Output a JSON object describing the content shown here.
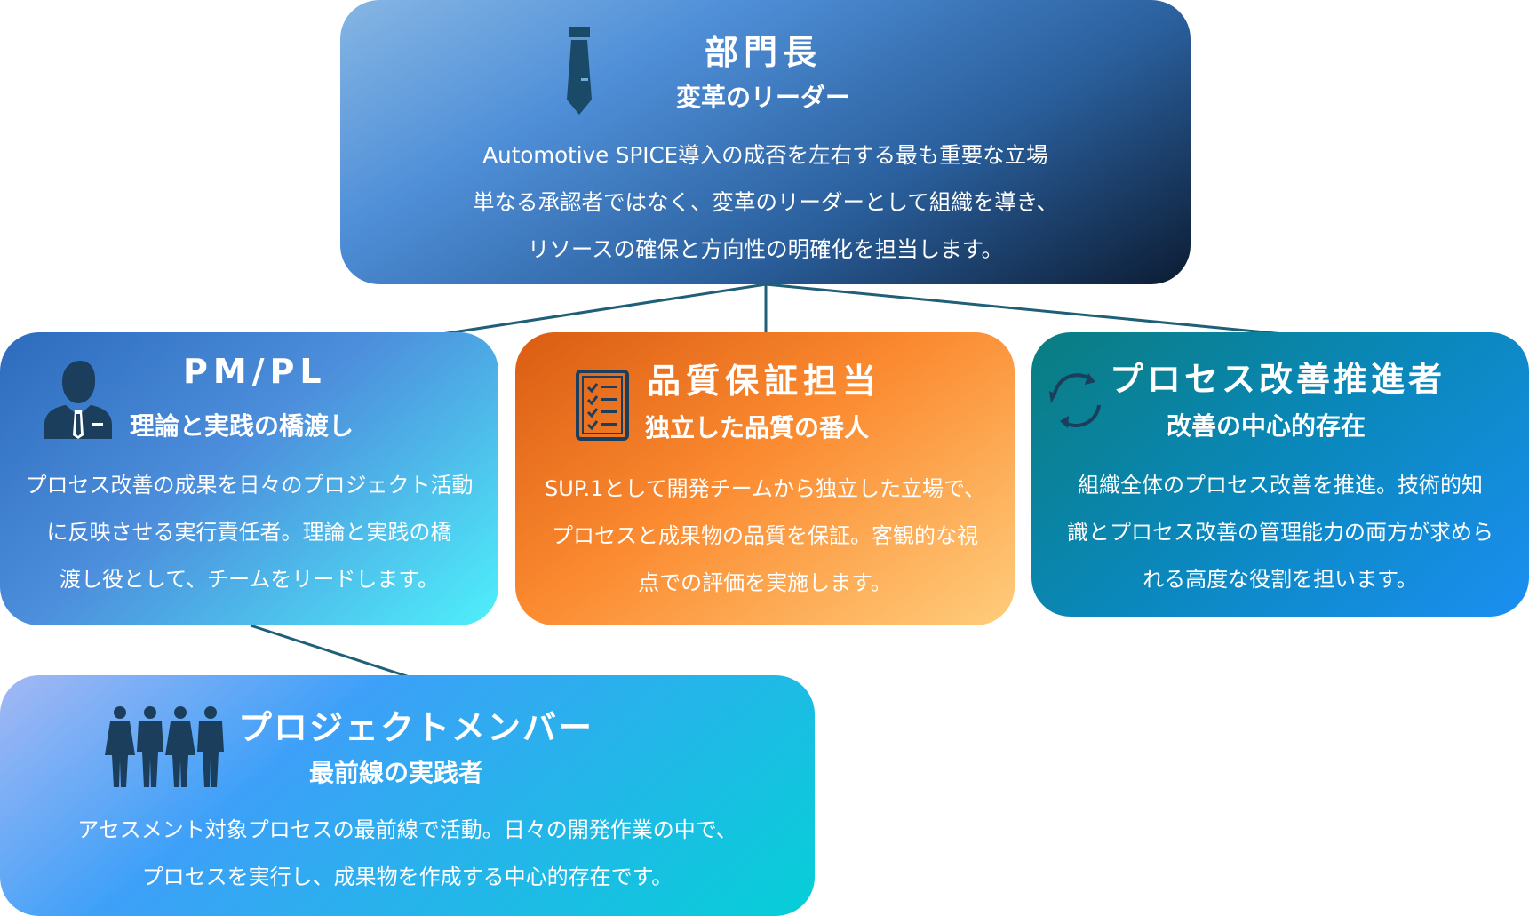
{
  "diagram": {
    "line_color": "#1f5f78",
    "dark_icon_color": "#1a3e5c",
    "nodes": {
      "head": {
        "title": "部門長",
        "subtitle": "変革のリーダー",
        "icon": "necktie-icon",
        "lines": [
          "Automotive SPICE導入の成否を左右する最も重要な立場",
          "単なる承認者ではなく、変革のリーダーとして組織を導き、",
          "リソースの確保と方向性の明確化を担当します。"
        ]
      },
      "pm": {
        "title": "PM/PL",
        "subtitle": "理論と実践の橋渡し",
        "icon": "businessman-icon",
        "lines": [
          "プロセス改善の成果を日々のプロジェクト活動",
          "に反映させる実行責任者。理論と実践の橋",
          "渡し役として、チームをリードします。"
        ]
      },
      "qa": {
        "title": "品質保証担当",
        "subtitle": "独立した品質の番人",
        "icon": "checklist-icon",
        "lines": [
          "SUP.1として開発チームから独立した立場で、",
          "プロセスと成果物の品質を保証。客観的な視",
          "点での評価を実施します。"
        ]
      },
      "proc": {
        "title": "プロセス改善推進者",
        "subtitle": "改善の中心的存在",
        "icon": "cycle-arrows-icon",
        "lines": [
          "組織全体のプロセス改善を推進。技術的知",
          "識とプロセス改善の管理能力の両方が求めら",
          "れる高度な役割を担います。"
        ]
      },
      "member": {
        "title": "プロジェクトメンバー",
        "subtitle": "最前線の実践者",
        "icon": "team-people-icon",
        "lines": [
          "アセスメント対象プロセスの最前線で活動。日々の開発作業の中で、",
          "プロセスを実行し、成果物を作成する中心的存在です。"
        ]
      }
    }
  }
}
